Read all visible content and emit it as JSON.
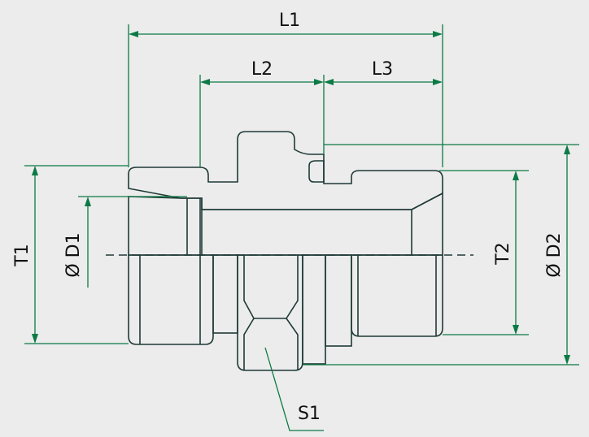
{
  "labels": {
    "L1": "L1",
    "L2": "L2",
    "L3": "L3",
    "T1": "T1",
    "D1": "Ø D1",
    "T2": "T2",
    "D2": "Ø D2",
    "S1": "S1"
  },
  "colors": {
    "background": "#ececec",
    "body": "#8aa39f",
    "body_dark": "#6f8c87",
    "bore": "#cfd6d2",
    "outline": "#1f3a36",
    "dimension": "#0b7a44"
  }
}
